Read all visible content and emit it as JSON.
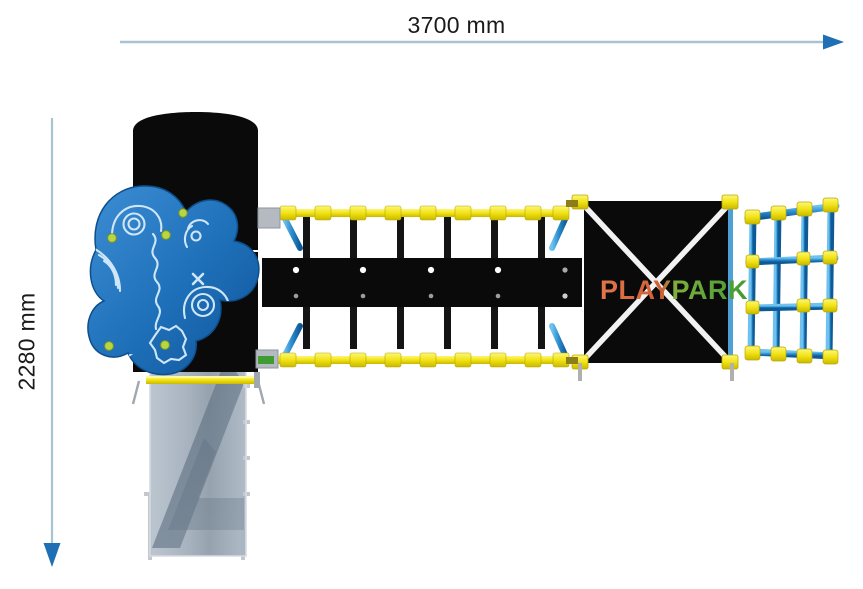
{
  "drawing": {
    "type": "product-dimension-drawing",
    "subject": "outdoor playground climbing structure",
    "background_color": "#ffffff"
  },
  "dimensions": {
    "width": {
      "label": "3700 mm",
      "value": 3700,
      "unit": "mm",
      "orientation": "horizontal",
      "arrow_color": "#1f6fb5",
      "line_color": "#a9c2d4"
    },
    "height": {
      "label": "2280 mm",
      "value": 2280,
      "unit": "mm",
      "orientation": "vertical",
      "arrow_color": "#1f6fb5",
      "line_color": "#a9c2d4"
    }
  },
  "branding": {
    "logo_play": "PLAY",
    "logo_park": "PARK",
    "color_play": "#d4673c",
    "color_park": "#3f9b32"
  },
  "palette": {
    "structure_black": "#0a0a0a",
    "rope_blue": "#2f8fd0",
    "rope_blue_dark": "#1668a8",
    "connector_yellow": "#f2e314",
    "panel_blue": "#1d6fb8",
    "panel_blue_light": "#3f8fd4",
    "hold_green": "#b8d642",
    "slide_gray": "#9aa6b4",
    "slide_gray_light": "#b9c4cf",
    "brace_white": "#f2f2f2",
    "metal_gray": "#b0b0b0"
  },
  "components": [
    {
      "name": "climbing-panel",
      "label": "Blue organic climbing panel"
    },
    {
      "name": "tower-roof",
      "label": "Black tower roof"
    },
    {
      "name": "rope-bridge-upper",
      "label": "Upper rope net railing"
    },
    {
      "name": "rope-bridge-lower",
      "label": "Lower rope net railing"
    },
    {
      "name": "deck",
      "label": "Black platform deck"
    },
    {
      "name": "cross-braced-panel",
      "label": "Black cross-braced panel with logo"
    },
    {
      "name": "climbing-net",
      "label": "Blue rope climbing net"
    },
    {
      "name": "slide-panel",
      "label": "Gray translucent slide panel"
    }
  ]
}
